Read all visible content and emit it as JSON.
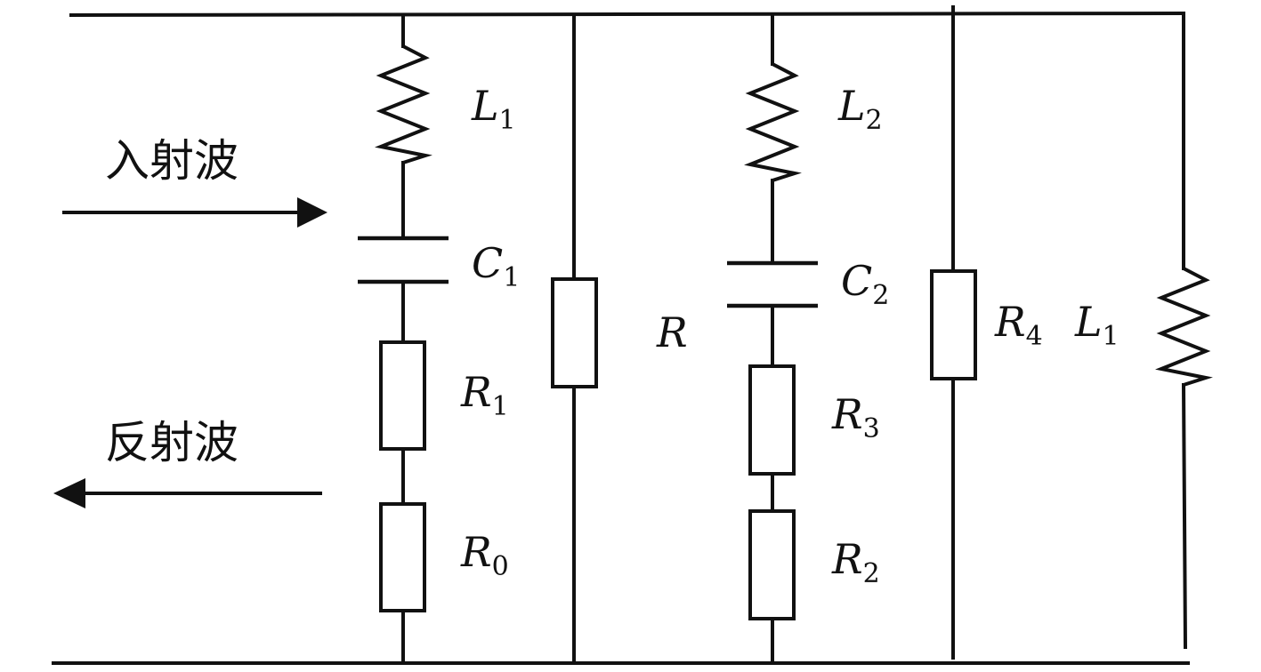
{
  "labels": {
    "incident_wave": "入射波",
    "reflected_wave": "反射波",
    "L1_branch1": {
      "symbol": "L",
      "sub": "1"
    },
    "C1": {
      "symbol": "C",
      "sub": "1"
    },
    "R1": {
      "symbol": "R",
      "sub": "1"
    },
    "R0": {
      "symbol": "R",
      "sub": "0"
    },
    "R": {
      "symbol": "R",
      "sub": ""
    },
    "L2": {
      "symbol": "L",
      "sub": "2"
    },
    "C2": {
      "symbol": "C",
      "sub": "2"
    },
    "R3": {
      "symbol": "R",
      "sub": "3"
    },
    "R2": {
      "symbol": "R",
      "sub": "2"
    },
    "R4": {
      "symbol": "R",
      "sub": "4"
    },
    "L1_branch5": {
      "symbol": "L",
      "sub": "1"
    }
  },
  "colors": {
    "stroke": "#111111",
    "background": "#ffffff"
  }
}
